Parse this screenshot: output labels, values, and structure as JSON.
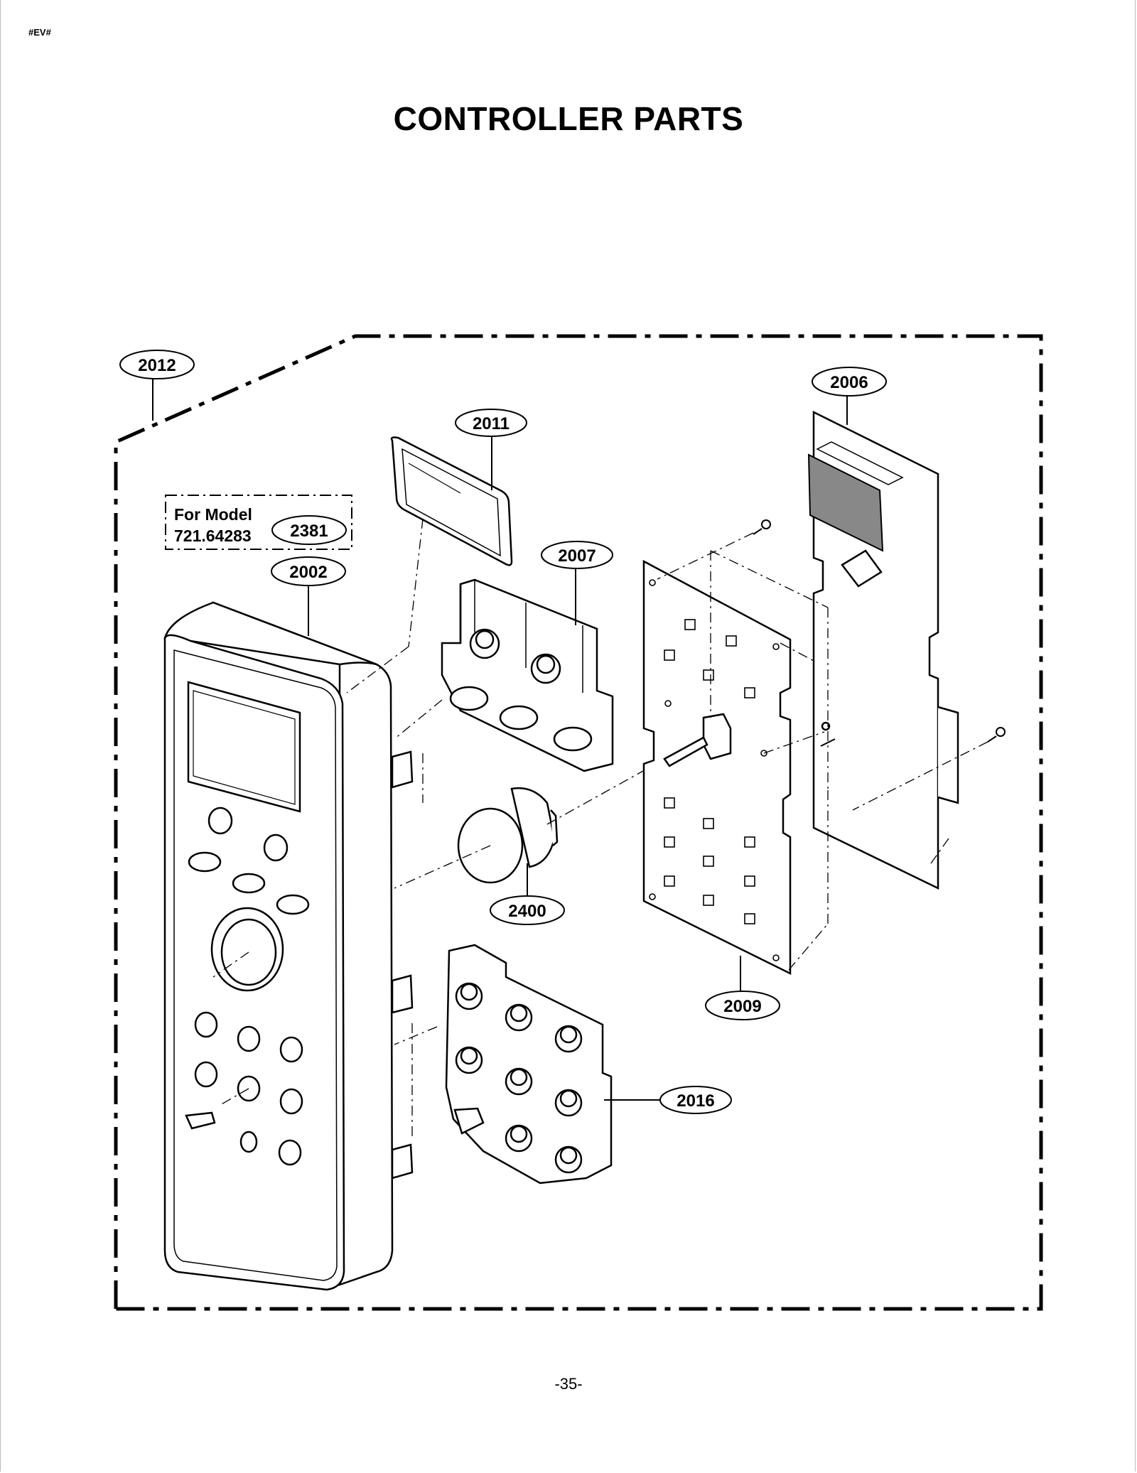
{
  "header": {
    "tag": "#EV#",
    "title": "CONTROLLER PARTS"
  },
  "note": {
    "line1": "For Model",
    "line2": "721.64283"
  },
  "callouts": {
    "p2012": "2012",
    "p2006": "2006",
    "p2011": "2011",
    "p2381": "2381",
    "p2002": "2002",
    "p2007": "2007",
    "p2400": "2400",
    "p2009": "2009",
    "p2016": "2016"
  },
  "footer": {
    "page_number": "-35-"
  }
}
